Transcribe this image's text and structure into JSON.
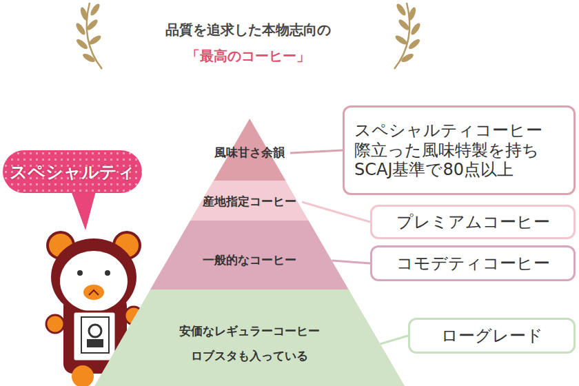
{
  "diagram": {
    "title": "品質を追求した本物志向の",
    "nodes": [
      {
        "text": [
          "風味甘さ余韻"
        ]
      },
      {
        "text": [
          "産地指定コーヒー"
        ]
      },
      {
        "text": [
          "一般的なコーヒー"
        ]
      },
      {
        "text": [
          "安価なレギュラーコーヒー ロブスタも入っている"
        ]
      },
      {
        "text": [
          "スペシャルティコーヒー 際立った風味特製を持ち SCAJ基準で80点以上"
        ]
      },
      {
        "text": [
          "プレミアムコーヒー"
        ]
      },
      {
        "text": [
          "コモデティコーヒー"
        ]
      },
      {
        "text": [
          "ローグレード"
        ]
      },
      {
        "text": [
          "スペシャルティ"
        ]
      }
    ],
    "edges": [
      {
        "from": 0,
        "to": 4,
        "arrow": "none"
      },
      {
        "from": 1,
        "to": 5,
        "arrow": "none"
      },
      {
        "from": 2,
        "to": 6,
        "arrow": "none"
      },
      {
        "from": 3,
        "to": 7,
        "arrow": "none"
      }
    ],
    "labels": [
      "「最高のコーヒー」"
    ]
  }
}
